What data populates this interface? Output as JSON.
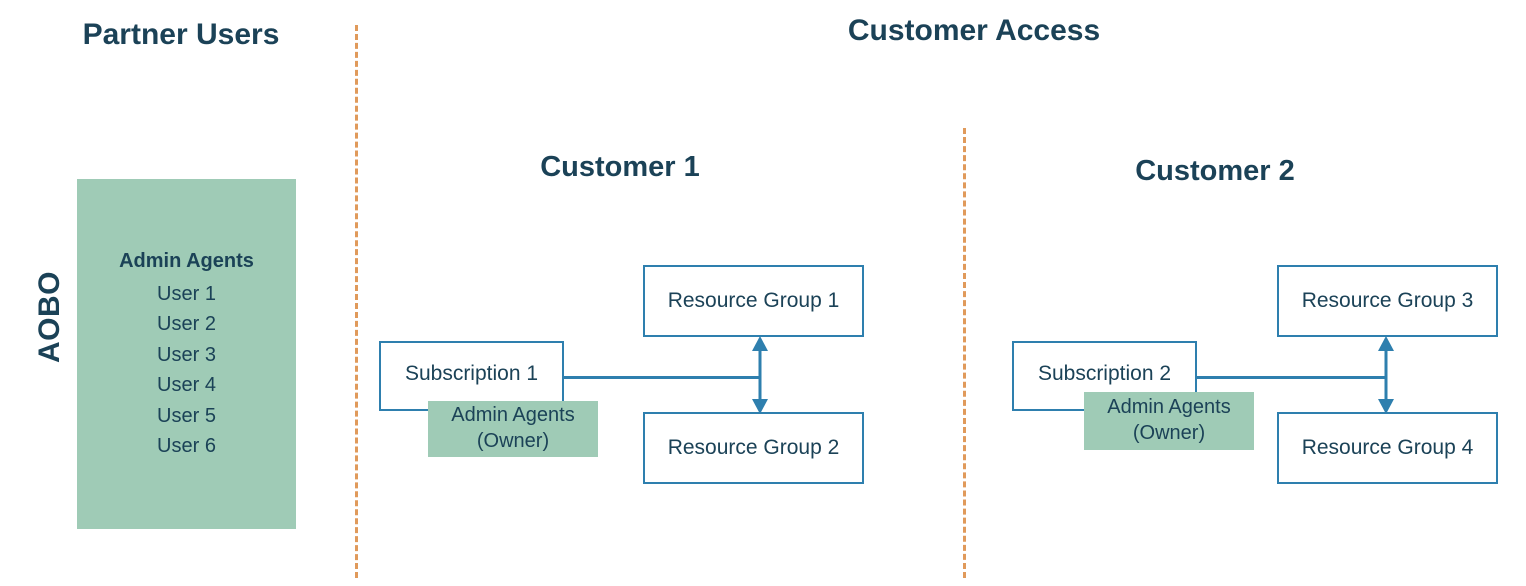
{
  "diagram": {
    "headings": {
      "partner_users": "Partner Users",
      "customer_access": "Customer Access"
    },
    "side_label": "AOBO",
    "colors": {
      "text": "#1B4257",
      "box_border": "#2E7FAE",
      "green_fill": "#9FCBB6",
      "divider": "#E09A5B",
      "background": "#FFFFFF"
    },
    "partner_panel": {
      "heading": "Admin Agents",
      "users": [
        "User 1",
        "User 2",
        "User 3",
        "User 4",
        "User 5",
        "User 6"
      ]
    },
    "customers": [
      {
        "title": "Customer 1",
        "subscription": "Subscription 1",
        "admin_chip_line1": "Admin Agents",
        "admin_chip_line2": "(Owner)",
        "resource_groups": [
          "Resource Group 1",
          "Resource Group 2"
        ]
      },
      {
        "title": "Customer 2",
        "subscription": "Subscription 2",
        "admin_chip_line1": "Admin Agents",
        "admin_chip_line2": "(Owner)",
        "resource_groups": [
          "Resource Group 3",
          "Resource Group 4"
        ]
      }
    ]
  }
}
